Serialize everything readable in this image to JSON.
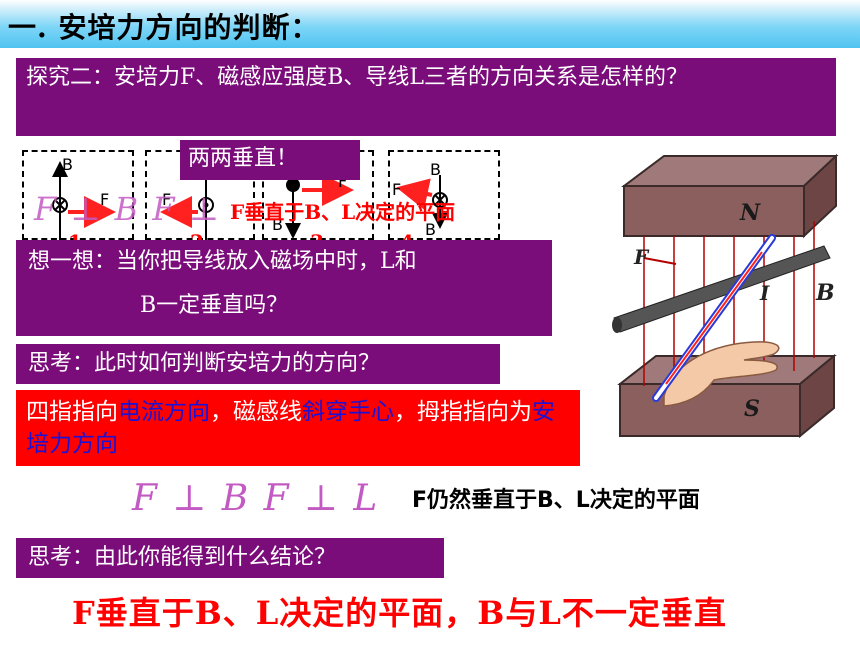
{
  "title": "一. 安培力方向的判断：",
  "explore": "探究二：安培力F、磁感应强度B、导线L三者的方向关系是怎样的？",
  "diagrams": {
    "labels": [
      "B",
      "F",
      "F",
      "B",
      "B",
      "F",
      "B",
      "F",
      "B"
    ],
    "numbers": [
      "1",
      "2",
      "3",
      "4"
    ],
    "overlay_formula": "F ⊥ B  F ⊥",
    "popup": "两两垂直！",
    "red_note": "F垂直于B、L决定的平面"
  },
  "think1": {
    "line1": "想一想：当你把导线放入磁场中时，L和",
    "line2": "B一定垂直吗？"
  },
  "think2": "思考：此时如何判断安培力的方向？",
  "rule": {
    "p1": "四指指向",
    "p2": "电流方向",
    "p3": "，磁感线",
    "p4": "斜穿手心",
    "p5": "，拇指指向为",
    "p6": "安培力方向"
  },
  "formula": "F ⊥ B  F ⊥ L",
  "formula_note": "F仍然垂直于B、L决定的平面",
  "think3": "思考：由此你能得到什么结论？",
  "conclusion": "F垂直于B、L决定的平面，B与L不一定垂直",
  "figure": {
    "N": "N",
    "S": "S",
    "F": "F",
    "I": "I",
    "B": "B"
  }
}
